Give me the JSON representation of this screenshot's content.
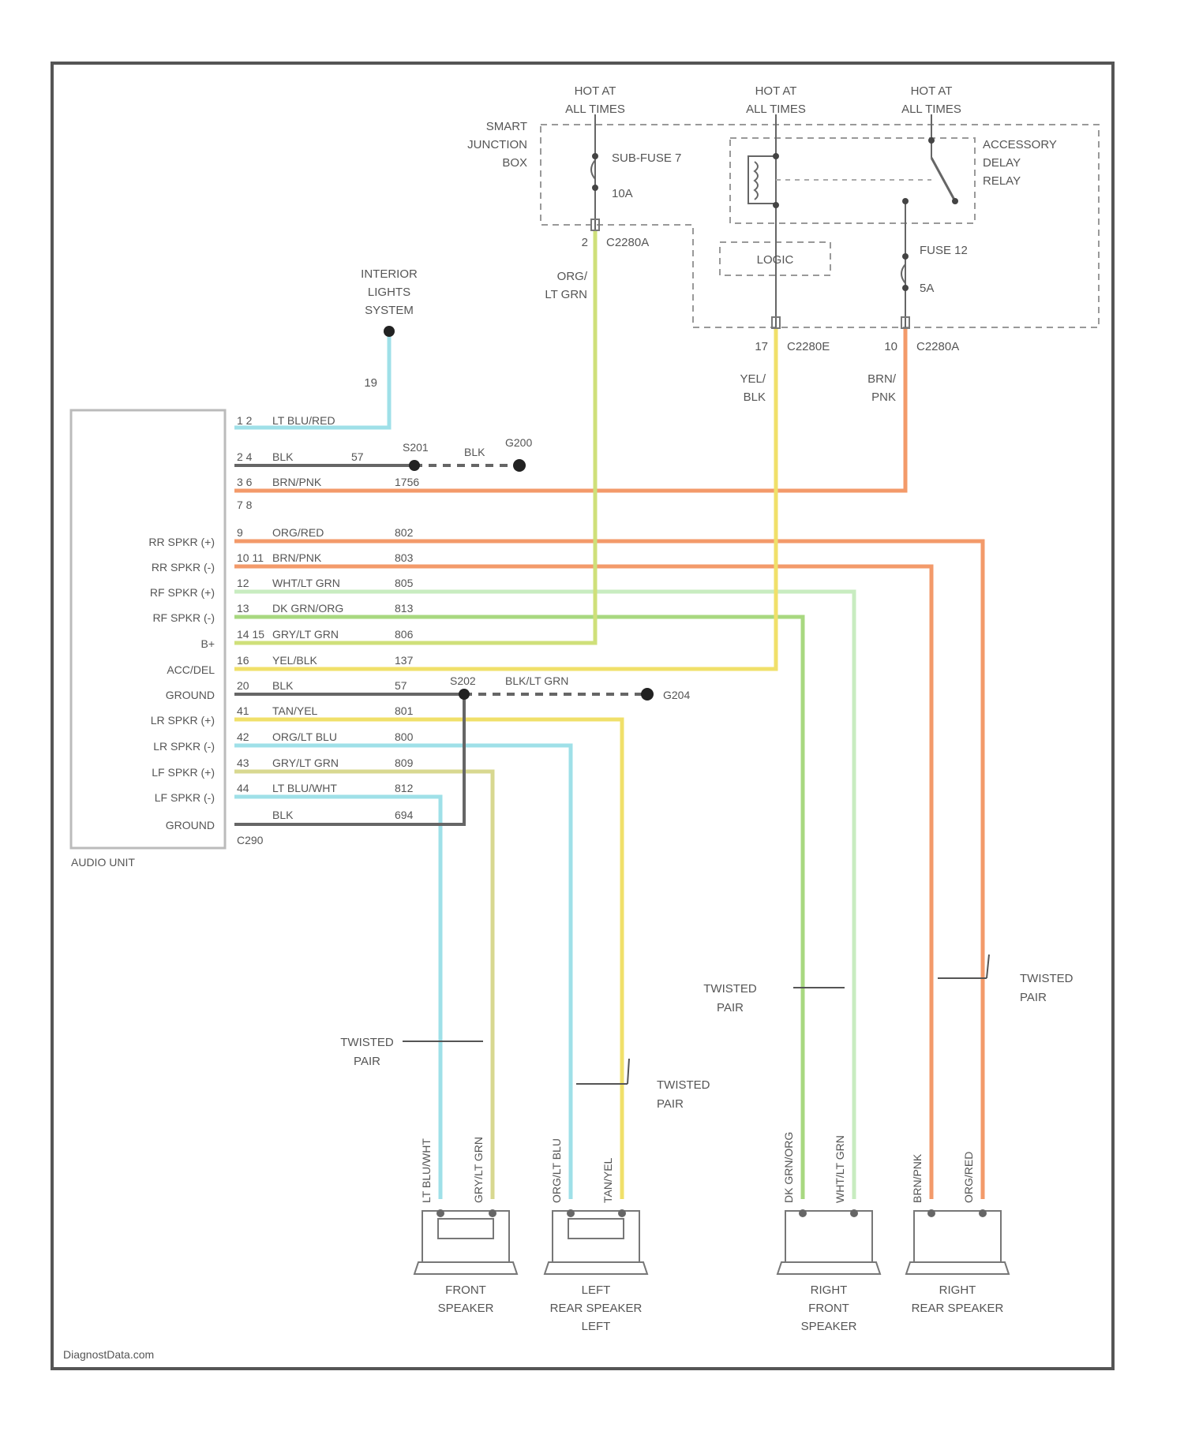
{
  "title": "",
  "power": {
    "hot1": [
      "HOT AT",
      "ALL TIMES"
    ],
    "hot2": [
      "HOT AT",
      "ALL TIMES"
    ],
    "hot3": [
      "HOT AT",
      "ALL TIMES"
    ],
    "sjb": [
      "SMART",
      "JUNCTION",
      "BOX"
    ],
    "subfuse": "SUB-FUSE 7",
    "subfuse_amp": "10A",
    "relay": [
      "ACCESSORY",
      "DELAY",
      "RELAY"
    ],
    "logic": "LOGIC",
    "fuse": "FUSE 12",
    "fuse_amp": "5A",
    "c2280a_pin": "2",
    "c2280a": "C2280A",
    "c2280e_pin": "17",
    "c2280e": "C2280E",
    "c2280a2_pin": "10",
    "c2280a2": "C2280A",
    "wire_org": [
      "ORG/",
      "LT GRN"
    ],
    "wire_yel": [
      "YEL/",
      "BLK"
    ],
    "wire_brn": [
      "BRN/",
      "PNK"
    ],
    "interior": [
      "INTERIOR",
      "LIGHTS",
      "SYSTEM"
    ],
    "interior_circuit": "19"
  },
  "audio_unit": {
    "label": "AUDIO UNIT",
    "connector": "C290",
    "left_labels": [
      "RR SPKR (+)",
      "RR SPKR (-)",
      "RF SPKR (+)",
      "RF SPKR (-)",
      "B+",
      "ACC/DEL",
      "GROUND",
      "LR SPKR (+)",
      "LR SPKR (-)",
      "LF SPKR (+)",
      "LF SPKR (-)",
      "GROUND"
    ],
    "rows": [
      {
        "pin": "1 2",
        "wire": "LT BLU/RED",
        "circuit": ""
      },
      {
        "pin": "2 4",
        "wire": "BLK",
        "circuit": "57"
      },
      {
        "pin": "3 6",
        "wire": "BRN/PNK",
        "circuit": "1756"
      },
      {
        "pin": "7 8",
        "wire": "",
        "circuit": ""
      },
      {
        "pin": "9",
        "wire": "ORG/RED",
        "circuit": "802"
      },
      {
        "pin": "10 11",
        "wire": "BRN/PNK",
        "circuit": "803"
      },
      {
        "pin": "12",
        "wire": "WHT/LT GRN",
        "circuit": "805"
      },
      {
        "pin": "13",
        "wire": "DK GRN/ORG",
        "circuit": "813"
      },
      {
        "pin": "14 15",
        "wire": "GRY/LT GRN",
        "circuit": "806"
      },
      {
        "pin": "16",
        "wire": "YEL/BLK",
        "circuit": "137"
      },
      {
        "pin": "20",
        "wire": "BLK",
        "circuit": "57"
      },
      {
        "pin": "41",
        "wire": "TAN/YEL",
        "circuit": "801"
      },
      {
        "pin": "42",
        "wire": "ORG/LT BLU",
        "circuit": "800"
      },
      {
        "pin": "43",
        "wire": "GRY/LT GRN",
        "circuit": "809"
      },
      {
        "pin": "44",
        "wire": "LT BLU/WHT",
        "circuit": "812"
      },
      {
        "pin": "",
        "wire": "BLK",
        "circuit": "694"
      }
    ],
    "splice_s201": "S201",
    "ground_g200_wire": "BLK",
    "ground_g200": "G200",
    "splice_s202": "S202",
    "ground_g204_wire": "BLK/LT GRN",
    "ground_g204": "G204"
  },
  "twisted": [
    [
      "TWISTED",
      "PAIR"
    ],
    [
      "TWISTED",
      "PAIR"
    ],
    [
      "TWISTED",
      "PAIR"
    ],
    [
      "TWISTED",
      "PAIR"
    ]
  ],
  "speakers": [
    {
      "label": [
        "FRONT",
        "SPEAKER"
      ],
      "wires": [
        "LT BLU/WHT",
        "GRY/LT GRN"
      ]
    },
    {
      "label": [
        "LEFT",
        "REAR SPEAKER",
        "LEFT"
      ],
      "wires": [
        "ORG/LT BLU",
        "TAN/YEL"
      ]
    },
    {
      "label": [
        "RIGHT",
        "FRONT",
        "SPEAKER"
      ],
      "wires": [
        "DK GRN/ORG",
        "WHT/LT GRN"
      ]
    },
    {
      "label": [
        "RIGHT",
        "REAR SPEAKER"
      ],
      "wires": [
        "BRN/PNK",
        "ORG/RED"
      ]
    }
  ],
  "footer": "DiagnostData.com",
  "colors": {
    "orange": "#f39a6a",
    "yellow": "#f0e06a",
    "yellow_green": "#cfe07a",
    "green": "#a8d880",
    "light_green": "#c8ecc0",
    "cyan": "#9fe0e8",
    "dark": "#666666",
    "frame": "#555555"
  }
}
